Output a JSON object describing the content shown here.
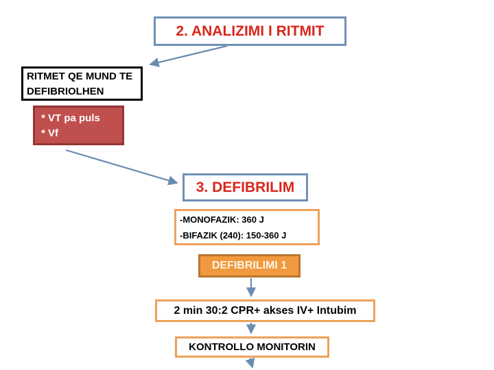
{
  "slide": {
    "title": "2. ANALIZIMI I RITMIT",
    "nodes": {
      "ritmet": {
        "line1": "RITMET QE MUND TE",
        "line2": "DEFIBRIOLHEN"
      },
      "vtvf": {
        "line1": "* VT pa puls",
        "line2": "* Vf"
      },
      "defibrilim": {
        "label": "3. DEFIBRILIM"
      },
      "energy": {
        "line1": "-MONOFAZIK: 360 J",
        "line2": "-BIFAZIK (240): 150-360 J"
      },
      "defibrilimi1": {
        "label": "DEFIBRILIMI 1"
      },
      "cpr": {
        "label": "2 min 30:2 CPR+ akses IV+ Intubim"
      },
      "monitor": {
        "label": "KONTROLLO MONITORIN"
      }
    },
    "palette": {
      "background": "#ffffff",
      "blue_box_border": "#7191b5",
      "red_heading_text": "#d9261c",
      "red_fill": "#c0504d",
      "red_fill_border": "#943634",
      "black_border": "#000000",
      "orange_border": "#eda159",
      "orange_fill": "#f0993e",
      "orange_fill_border": "#bc7531",
      "connector_blue": "#6a8cb0",
      "white_text": "#ffffff"
    }
  }
}
